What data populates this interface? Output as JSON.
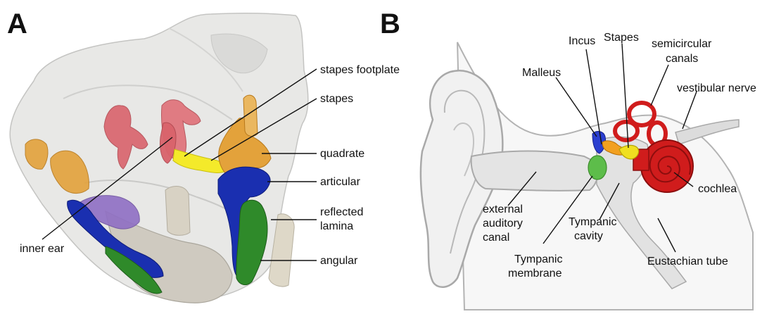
{
  "panels": {
    "a": {
      "letter": "A",
      "labels": {
        "stapes_footplate": "stapes footplate",
        "stapes": "stapes",
        "quadrate": "quadrate",
        "articular": "articular",
        "reflected_lamina_1": "reflected",
        "reflected_lamina_2": "lamina",
        "angular": "angular",
        "inner_ear": "inner ear"
      }
    },
    "b": {
      "letter": "B",
      "labels": {
        "incus": "Incus",
        "stapes": "Stapes",
        "semicircular_1": "semicircular",
        "semicircular_2": "canals",
        "malleus": "Malleus",
        "vestibular_nerve": "vestibular nerve",
        "cochlea": "cochlea",
        "external_1": "external",
        "external_2": "auditory",
        "external_3": "canal",
        "tympanic_cavity_1": "Tympanic",
        "tympanic_cavity_2": "cavity",
        "tympanic_membrane_1": "Tympanic",
        "tympanic_membrane_2": "membrane",
        "eustachian": "Eustachian tube"
      }
    }
  },
  "colors": {
    "bone": "#e4e4e2",
    "bone_edge": "#bdbdbb",
    "jaw_bone": "#cfcac0",
    "inner_ear": "#d9636b",
    "stapes": "#f4ea2a",
    "quadrate": "#e3a23b",
    "articular": "#1a2fb0",
    "angular": "#2f8a2a",
    "purple": "#8f6fc4",
    "ear_fill": "#f1f1f1",
    "ear_line": "#a9a9a9",
    "malleus": "#2b3fd0",
    "incus": "#f2a020",
    "stapes_b": "#f0e020",
    "cochlea": "#d01c1c",
    "tympanic_membrane": "#5dbd4a"
  }
}
